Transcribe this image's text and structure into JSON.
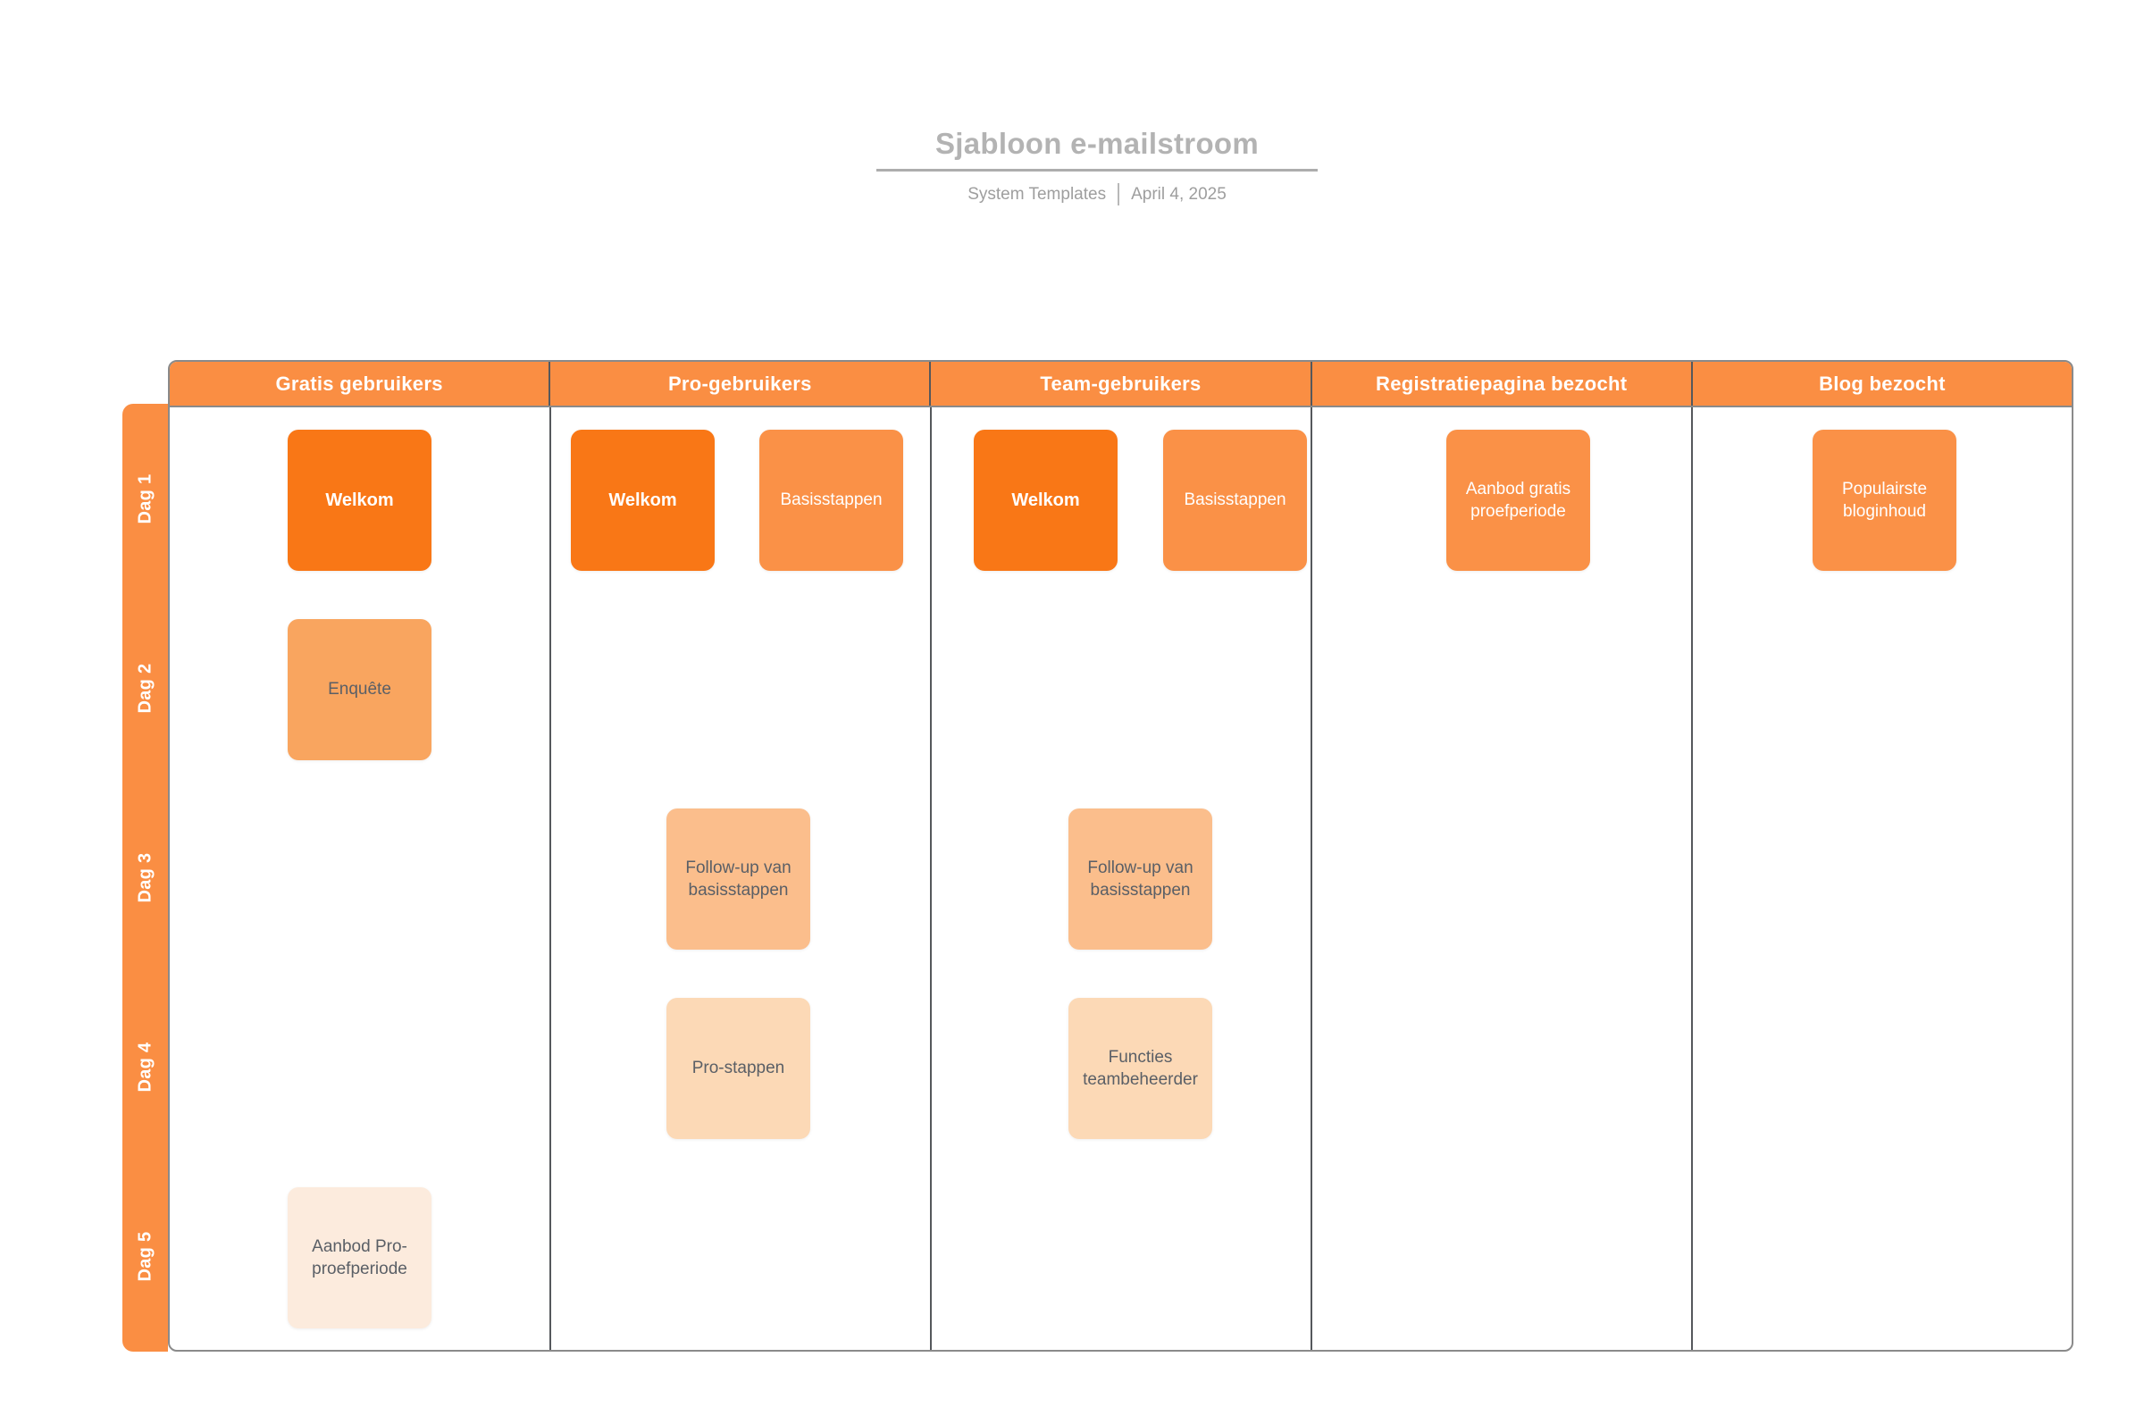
{
  "header": {
    "title": "Sjabloon e-mailstroom",
    "author": "System Templates",
    "date": "April 4, 2025"
  },
  "board": {
    "columns": [
      {
        "label": "Gratis gebruikers"
      },
      {
        "label": "Pro-gebruikers"
      },
      {
        "label": "Team-gebruikers"
      },
      {
        "label": "Registratiepagina bezocht"
      },
      {
        "label": "Blog bezocht"
      }
    ],
    "days": [
      {
        "label": "Dag 1"
      },
      {
        "label": "Dag 2"
      },
      {
        "label": "Dag 3"
      },
      {
        "label": "Dag 4"
      },
      {
        "label": "Dag 5"
      }
    ],
    "cards": [
      {
        "label": "Welkom",
        "column": "Gratis gebruikers",
        "day": "Dag 1"
      },
      {
        "label": "Welkom",
        "column": "Pro-gebruikers",
        "day": "Dag 1"
      },
      {
        "label": "Basisstappen",
        "column": "Pro-gebruikers",
        "day": "Dag 1"
      },
      {
        "label": "Welkom",
        "column": "Team-gebruikers",
        "day": "Dag 1"
      },
      {
        "label": "Basisstappen",
        "column": "Team-gebruikers",
        "day": "Dag 1"
      },
      {
        "label": "Aanbod gratis proefperiode",
        "column": "Registratiepagina bezocht",
        "day": "Dag 1"
      },
      {
        "label": "Populairste bloginhoud",
        "column": "Blog bezocht",
        "day": "Dag 1"
      },
      {
        "label": "Enquête",
        "column": "Gratis gebruikers",
        "day": "Dag 2"
      },
      {
        "label": "Follow-up van basisstappen",
        "column": "Pro-gebruikers",
        "day": "Dag 3"
      },
      {
        "label": "Follow-up van basisstappen",
        "column": "Team-gebruikers",
        "day": "Dag 3"
      },
      {
        "label": "Pro-stappen",
        "column": "Pro-gebruikers",
        "day": "Dag 4"
      },
      {
        "label": "Functies teambeheerder",
        "column": "Team-gebruikers",
        "day": "Dag 4"
      },
      {
        "label": "Aanbod Pro-proefperiode",
        "column": "Gratis gebruikers",
        "day": "Dag 5"
      }
    ]
  },
  "palette": {
    "orange_main": "#FA8E43",
    "card_day1_strong": "#F97716",
    "card_day1": "#FA9147",
    "card_day2": "#F9A55F",
    "card_day3": "#FBBE8C",
    "card_day4": "#FCD9B6",
    "card_day5": "#FCEBDD",
    "text_on_orange": "#FFFFFF",
    "text_on_light": "#5A5F66",
    "title_gray": "#B3B3B3",
    "border_gray": "#8A8A8A",
    "divider_gray": "#55585C"
  }
}
